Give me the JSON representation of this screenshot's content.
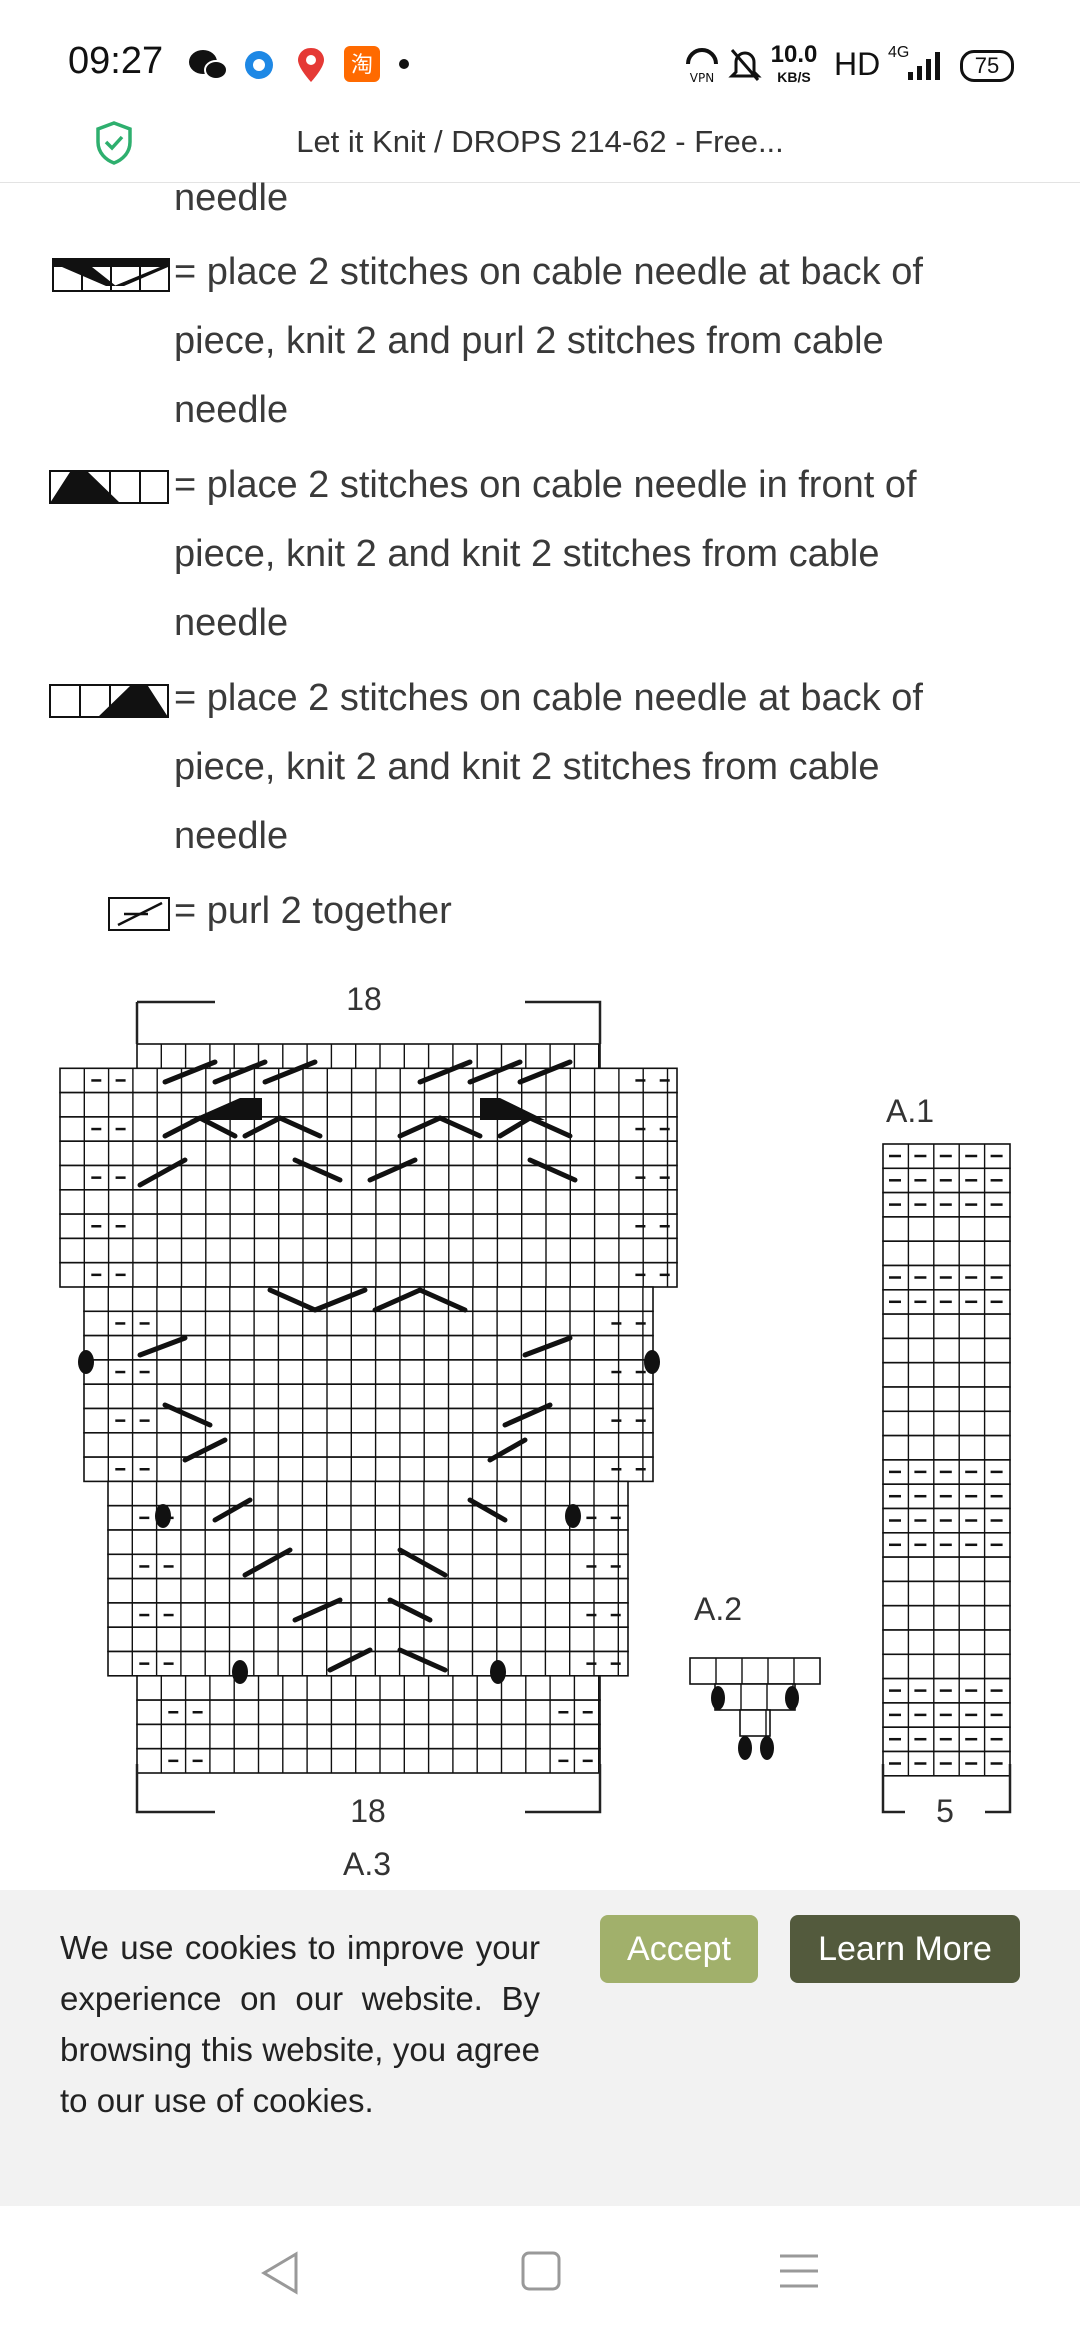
{
  "status_bar": {
    "time": "09:27",
    "net_speed": "10.0",
    "net_unit": "KB/S",
    "hd": "HD",
    "signal": "4G",
    "battery": "75"
  },
  "browser": {
    "page_title": "Let it Knit / DROPS 214-62 - Free..."
  },
  "legend": {
    "fragment": "needle",
    "items": [
      {
        "line1": "= place 2 stitches on cable needle at back of",
        "line2": "piece, knit 2 and purl 2 stitches from cable",
        "line3": "needle"
      },
      {
        "line1": "= place 2 stitches on cable needle in front of",
        "line2": "piece, knit 2 and knit 2 stitches from cable",
        "line3": "needle"
      },
      {
        "line1": "= place 2 stitches on cable needle at back of",
        "line2": "piece, knit 2 and knit 2 stitches from cable",
        "line3": "needle"
      },
      {
        "line1": "= purl 2 together"
      }
    ]
  },
  "chart": {
    "a3_top": "18",
    "a3_bottom": "18",
    "a3_label": "A.3",
    "a1_label": "A.1",
    "a1_width": "5",
    "a2_label": "A.2"
  },
  "cookie": {
    "message": "We use cookies to improve your experience on our website. By browsing this website, you agree to our use of cookies.",
    "accept": "Accept",
    "learn_more": "Learn More"
  }
}
